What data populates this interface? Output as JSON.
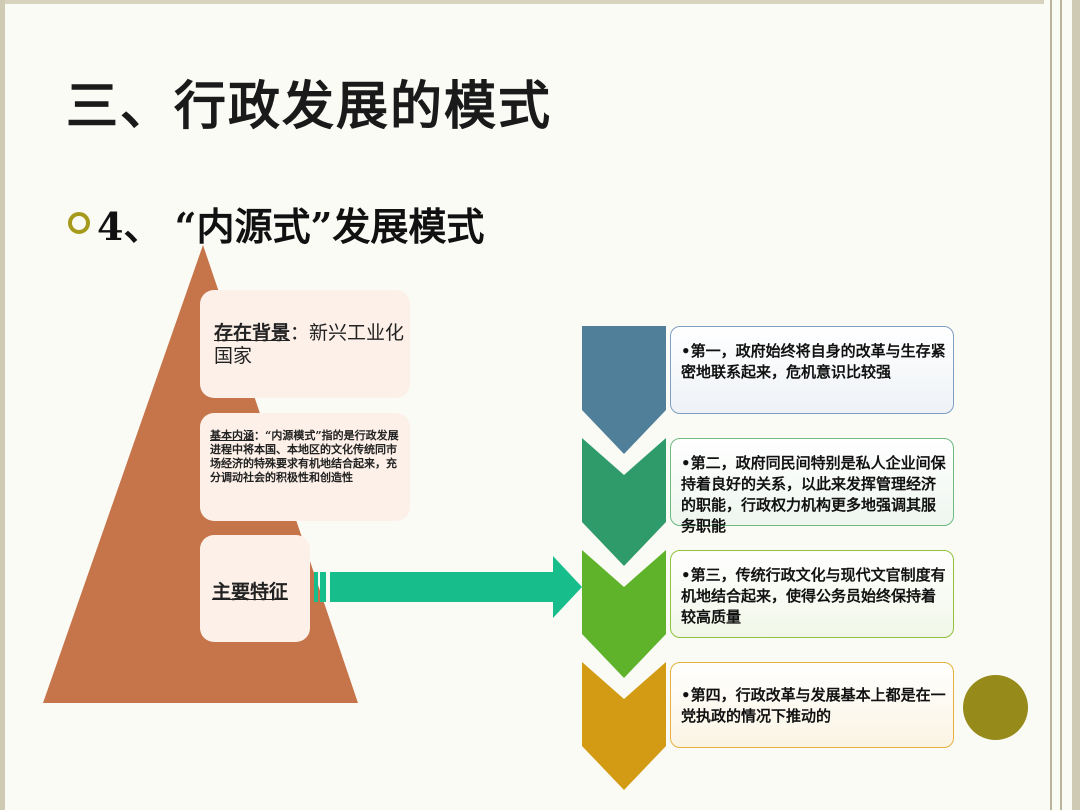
{
  "slide": {
    "title": "三、行政发展的模式",
    "subtitle": "4、 “内源式”发展模式"
  },
  "pyramid": {
    "card1": {
      "label": "存在背景",
      "text": "：新兴工业化国家"
    },
    "card2": {
      "label": "基本内涵",
      "text": "：“内源模式”指的是行政发展进程中将本国、本地区的文化传统同市场经济的特殊要求有机地结合起来，充分调动社会的积极性和创造性"
    },
    "card3": {
      "label": "主要特征"
    }
  },
  "features": [
    {
      "text": "•第一，政府始终将自身的改革与生存紧密地联系起来，危机意识比较强"
    },
    {
      "text": "•第二，政府同民间特别是私人企业间保持着良好的关系，以此来发挥管理经济的职能，行政权力机构更多地强调其服务职能"
    },
    {
      "text": "•第三，传统行政文化与现代文官制度有机地结合起来，使得公务员始终保持着较高质量"
    },
    {
      "text": "•第四，行政改革与发展基本上都是在一党执政的情况下推动的"
    }
  ],
  "colors": {
    "pyramid": "#c6744a",
    "arrow": "#18bd8c",
    "chevron1": "#4f7f99",
    "chevron2": "#2f9a6a",
    "chevron3": "#5fb32a",
    "chevron4": "#d39a14",
    "accent": "#958a1a"
  }
}
